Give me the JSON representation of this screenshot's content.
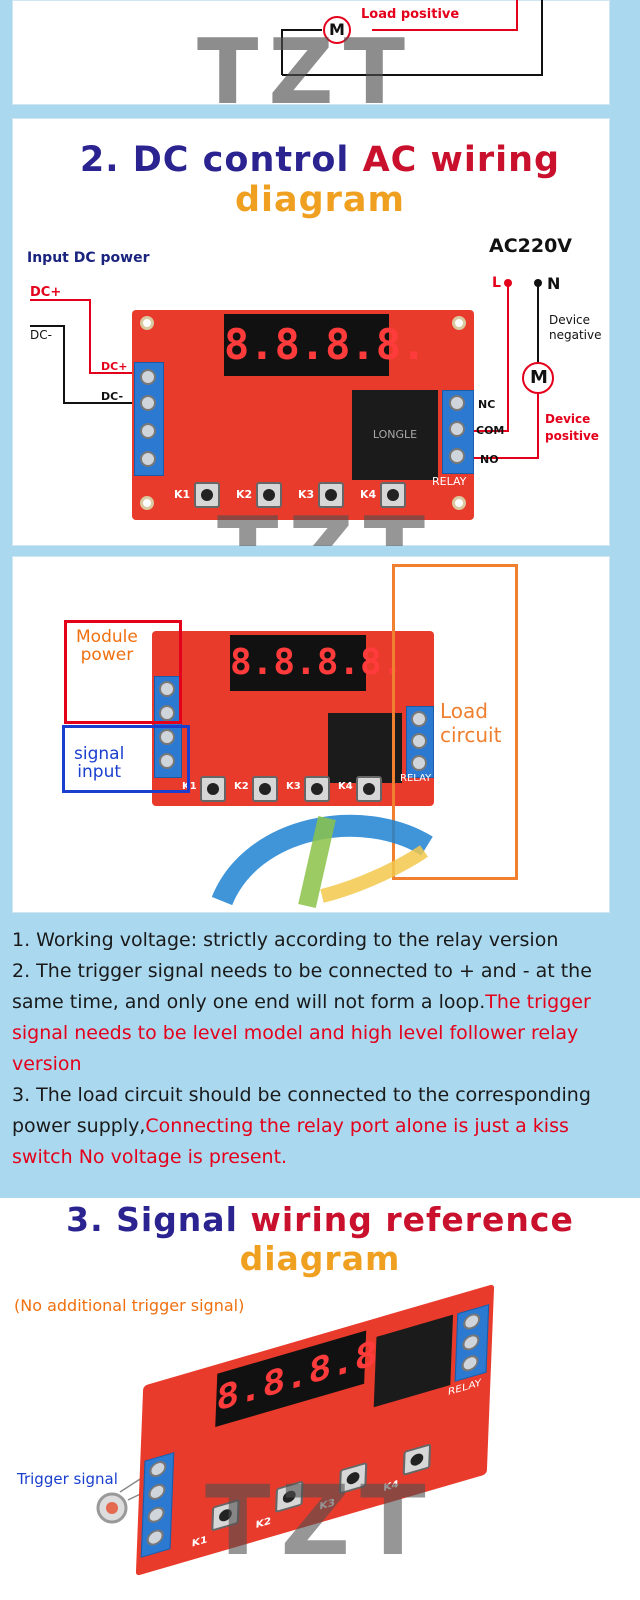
{
  "section1_tail": {
    "motor_symbol": "M",
    "load_positive": "Load positive"
  },
  "section2": {
    "title_parts": [
      {
        "text": "2. DC control ",
        "color": "#2a2390"
      },
      {
        "text": "AC wiring ",
        "color": "#c9102c"
      },
      {
        "text": "diagram",
        "color": "#f0a020"
      }
    ],
    "input_dc_power": "Input DC power",
    "ac_label": "AC220V",
    "dc_plus": "DC+",
    "dc_minus": "DC-",
    "dc_plus_inner": "DC+",
    "dc_minus_inner": "DC-",
    "L": "L",
    "N": "N",
    "device_negative": "Device\nnegative",
    "device_positive": "Device\npositive",
    "motor_symbol": "M",
    "nc": "NC",
    "com": "COM",
    "no": "NO",
    "relay": "RELAY",
    "keys": [
      "K1",
      "K2",
      "K3",
      "K4"
    ],
    "display": "8.8.8.8.",
    "relay_text": "LONGLE"
  },
  "section2b": {
    "module_power": "Module\npower",
    "signal_input": "signal\ninput",
    "load_circuit": "Load\ncircuit",
    "keys": [
      "K1",
      "K2",
      "K3",
      "K4"
    ],
    "relay": "RELAY",
    "display": "8.8.8.8."
  },
  "notes": {
    "line1": "1. Working voltage: strictly according to the relay version",
    "line2_black": "2. The trigger signal needs to be connected to + and - at the same time, and only one end will not form a loop.",
    "line2_red": "The trigger signal needs to be level model and high level follower relay version",
    "line3_black": "3. The load circuit should be connected to the corresponding power supply,",
    "line3_red": "Connecting the relay port alone is just a kiss switch No voltage is present."
  },
  "section3": {
    "title_parts": [
      {
        "text": "3. Signal ",
        "color": "#2a2390"
      },
      {
        "text": "wiring reference ",
        "color": "#c9102c"
      },
      {
        "text": "diagram",
        "color": "#f0a020"
      }
    ],
    "no_trigger": "(No additional trigger signal)",
    "trigger_signal": "Trigger signal",
    "relay": "RELAY",
    "keys": [
      "K1",
      "K2",
      "K3",
      "K4"
    ],
    "display": "8.8.8.8."
  },
  "watermark": {
    "brand": "TZT"
  },
  "colors": {
    "pcb": "#e93b2c",
    "terminal": "#2b79d1",
    "accent_red": "#e4001b",
    "accent_orange": "#f08030",
    "accent_blue": "#1a3fcf"
  }
}
